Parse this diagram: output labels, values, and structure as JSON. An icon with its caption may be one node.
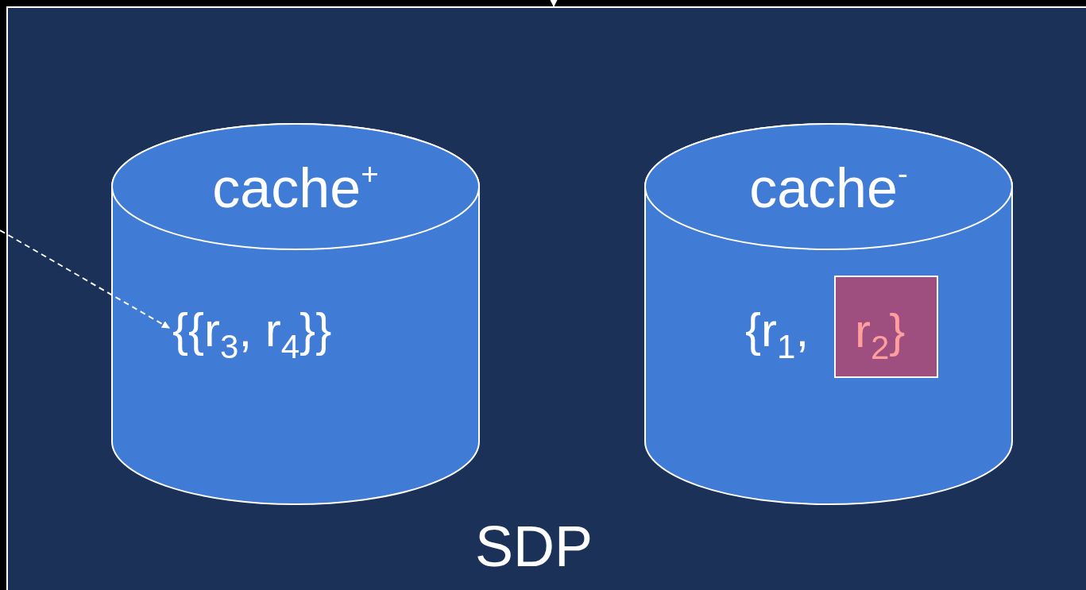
{
  "diagram": {
    "nodes": [
      {
        "text": [
          "SDP"
        ]
      },
      {
        "text": [
          "cache$^{+}$"
        ],
        "in": 0
      },
      {
        "text": [
          "{{r$_{3}$, r$_{4}$}}"
        ],
        "in": 1
      },
      {
        "text": [
          "cache$^{-}$",
          "{r$_{1}$,"
        ],
        "in": 0
      },
      {
        "text": [
          "r$_{2}$}"
        ],
        "in": 3
      }
    ],
    "edges": [
      {
        "from": null,
        "to": 2,
        "arrow": "to",
        "style": "dashed"
      },
      {
        "from": null,
        "to": 0,
        "arrow": "to"
      }
    ]
  }
}
